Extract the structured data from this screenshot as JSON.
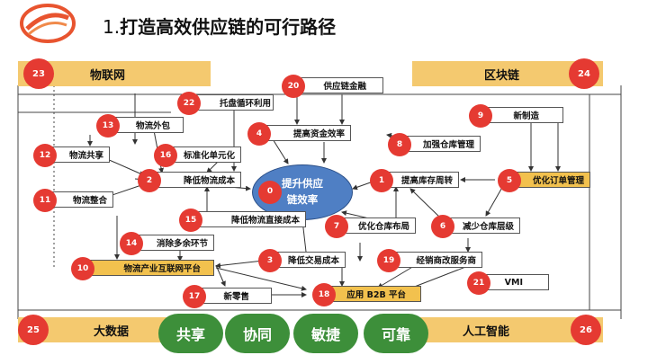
{
  "title": {
    "num": "1.",
    "text": "打造高效供应链的可行路径"
  },
  "center": {
    "num": "0",
    "line1": "提升供应",
    "line2": "链效率"
  },
  "bands": {
    "b23": {
      "num": "23",
      "label": "物联网"
    },
    "b24": {
      "num": "24",
      "label": "区块链"
    },
    "b25": {
      "num": "25",
      "label": "大数据"
    },
    "b26": {
      "num": "26",
      "label": "人工智能"
    }
  },
  "nodes": {
    "n1": {
      "num": "1",
      "label": "提高库存周转"
    },
    "n2": {
      "num": "2",
      "label": "降低物流成本"
    },
    "n3": {
      "num": "3",
      "label": "降低交易成本"
    },
    "n4": {
      "num": "4",
      "label": "提高资金效率"
    },
    "n5": {
      "num": "5",
      "label": "优化订单管理"
    },
    "n6": {
      "num": "6",
      "label": "减少仓库层级"
    },
    "n7": {
      "num": "7",
      "label": "优化仓库布局"
    },
    "n8": {
      "num": "8",
      "label": "加强仓库管理"
    },
    "n9": {
      "num": "9",
      "label": "新制造"
    },
    "n10": {
      "num": "10",
      "label": "物流产业互联网平台"
    },
    "n11": {
      "num": "11",
      "label": "物流整合"
    },
    "n12": {
      "num": "12",
      "label": "物流共享"
    },
    "n13": {
      "num": "13",
      "label": "物流外包"
    },
    "n14": {
      "num": "14",
      "label": "消除多余环节"
    },
    "n15": {
      "num": "15",
      "label": "降低物流直接成本"
    },
    "n16": {
      "num": "16",
      "label": "标准化单元化"
    },
    "n17": {
      "num": "17",
      "label": "新零售"
    },
    "n18": {
      "num": "18",
      "label": "应用 B2B 平台"
    },
    "n19": {
      "num": "19",
      "label": "经销商改服务商"
    },
    "n20": {
      "num": "20",
      "label": "供应链金融"
    },
    "n21": {
      "num": "21",
      "label": "VMI"
    },
    "n22": {
      "num": "22",
      "label": "托盘循环利用"
    }
  },
  "pills": [
    "共享",
    "协同",
    "敏捷",
    "可靠"
  ],
  "colors": {
    "band": "#f4c96f",
    "circle": "#e53a32",
    "center": "#4f7fc4",
    "pill": "#3d8f3a",
    "highlight": "#f2c14e"
  }
}
